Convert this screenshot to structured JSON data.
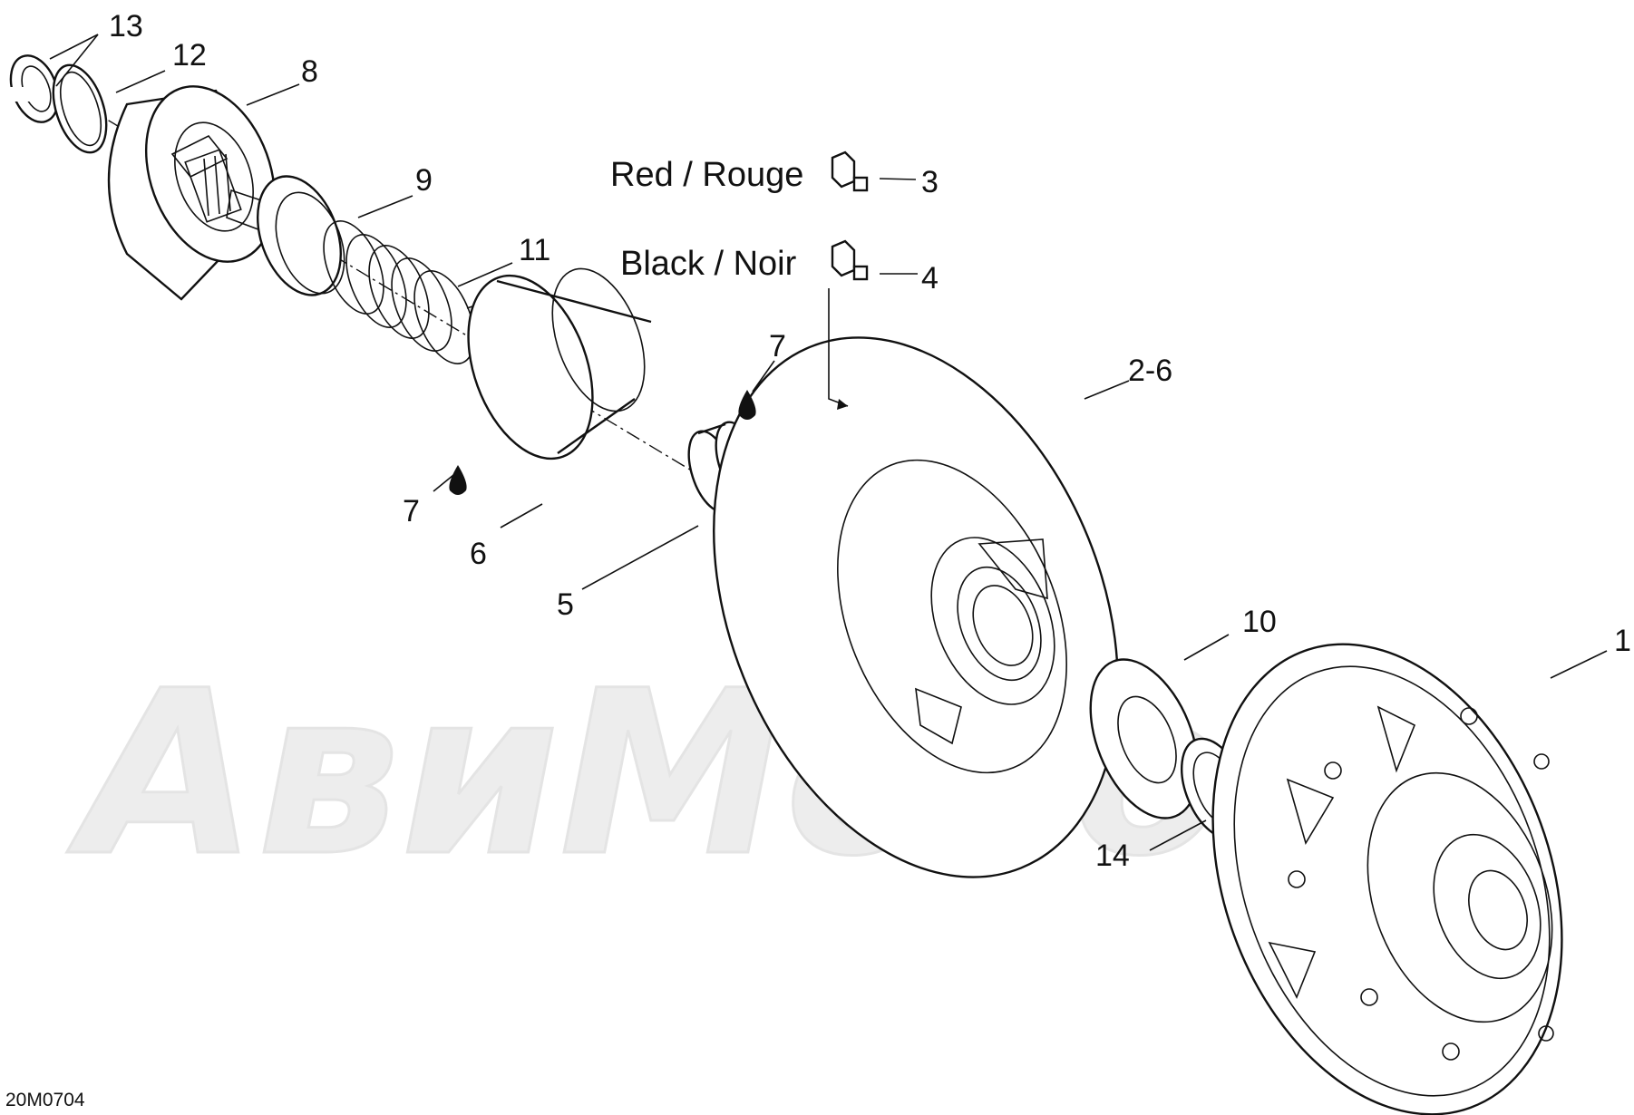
{
  "diagram": {
    "drawing_code": "20M0704",
    "watermark": "АвиМото",
    "callouts": [
      {
        "id": "c13",
        "text": "13"
      },
      {
        "id": "c12",
        "text": "12"
      },
      {
        "id": "c8",
        "text": "8"
      },
      {
        "id": "c9",
        "text": "9"
      },
      {
        "id": "c11",
        "text": "11"
      },
      {
        "id": "c7a",
        "text": "7"
      },
      {
        "id": "c7b",
        "text": "7"
      },
      {
        "id": "c6",
        "text": "6"
      },
      {
        "id": "c5",
        "text": "5"
      },
      {
        "id": "c3",
        "text": "3"
      },
      {
        "id": "c4",
        "text": "4"
      },
      {
        "id": "c26",
        "text": "2-6"
      },
      {
        "id": "c10",
        "text": "10"
      },
      {
        "id": "c14",
        "text": "14"
      },
      {
        "id": "c1",
        "text": "1"
      }
    ],
    "color_labels": {
      "red": "Red / Rouge",
      "black": "Black / Noir"
    },
    "icons": [
      "lubricant-drop-icon",
      "weight-insert-icon"
    ]
  }
}
